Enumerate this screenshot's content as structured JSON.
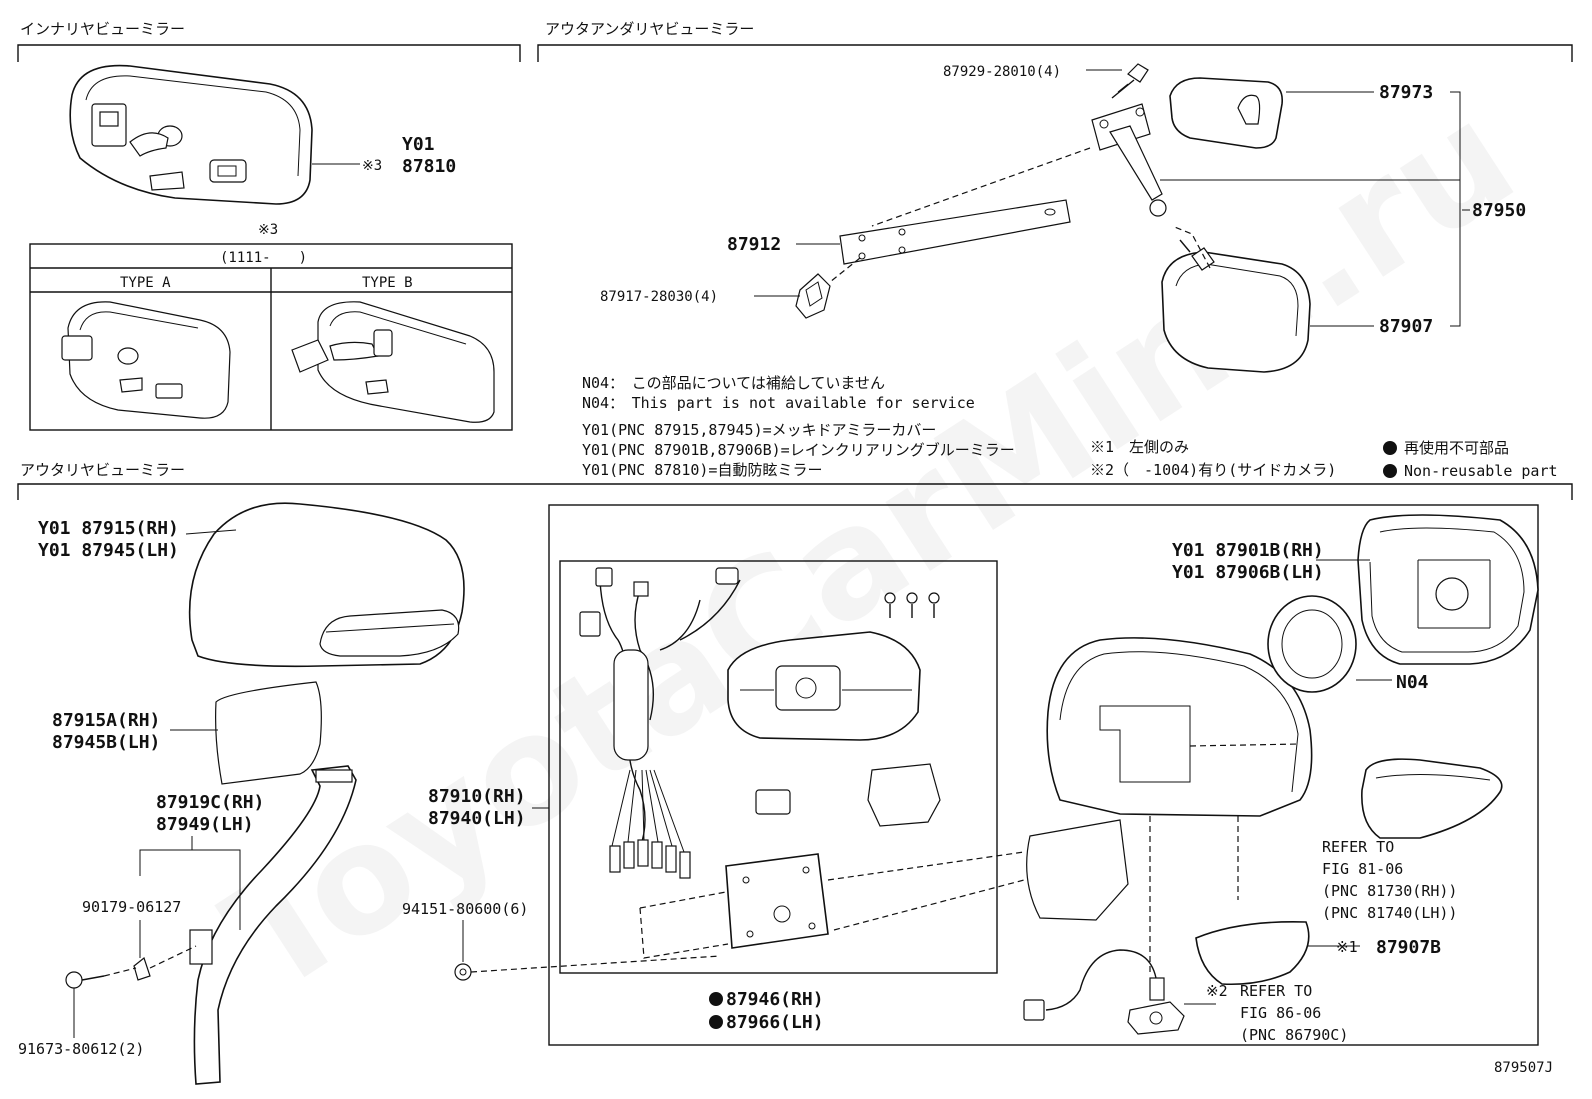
{
  "sections": {
    "inner": "インナリヤビューミラー",
    "outer_under": "アウタアンダリヤビューミラー",
    "outer": "アウタリヤビューミラー"
  },
  "inner_mirror": {
    "y01": "Y01",
    "part": "87810",
    "ref_mark": "※3",
    "table_mark": "※3",
    "table_header": "(1111-　　)",
    "type_a": "TYPE A",
    "type_b": "TYPE B"
  },
  "under_mirror": {
    "p87929": "87929-28010(4)",
    "p87973": "87973",
    "p87950": "87950",
    "p87912": "87912",
    "p87917": "87917-28030(4)",
    "p87907": "87907"
  },
  "notes": {
    "n04_jp": "N04：　この部品については補給していません",
    "n04_en": "N04：　This part is not available for service",
    "y01_a": "Y01(PNC 87915,87945)=メッキドアミラーカバー",
    "y01_b": "Y01(PNC 87901B,87906B)=レインクリアリングブルーミラー",
    "y01_c": "Y01(PNC 87810)=自動防眩ミラー",
    "m1": "※1　左側のみ",
    "m2": "※2（　-1004)有り(サイドカメラ)",
    "nr_jp": "再使用不可部品",
    "nr_en": "Non-reusable part"
  },
  "outer_mirror": {
    "cover_rh": "Y01 87915(RH)",
    "cover_lh": "Y01 87945(LH)",
    "p87915a": "87915A(RH)",
    "p87945b": "87945B(LH)",
    "p87919c": "87919C(RH)",
    "p87949": "87949(LH)",
    "p90179": "90179-06127",
    "p91673": "91673-80612(2)",
    "p87910": "87910(RH)",
    "p87940": "87940(LH)",
    "p94151": "94151-80600(6)",
    "p87946": "87946(RH)",
    "p87966": "87966(LH)",
    "p87901b": "Y01 87901B(RH)",
    "p87906b": "Y01 87906B(LH)",
    "n04": "N04",
    "refer1": "REFER TO",
    "refer2": "FIG 81-06",
    "refer3": "(PNC 81730(RH))",
    "refer4": "(PNC 81740(LH))",
    "p87907b_mark": "※1",
    "p87907b": "87907B",
    "cam_mark": "※2",
    "cam1": "REFER TO",
    "cam2": "FIG 86-06",
    "cam3": "(PNC 86790C)"
  },
  "figure_id": "879507J",
  "watermark": "ToyotaCarMine.ru"
}
